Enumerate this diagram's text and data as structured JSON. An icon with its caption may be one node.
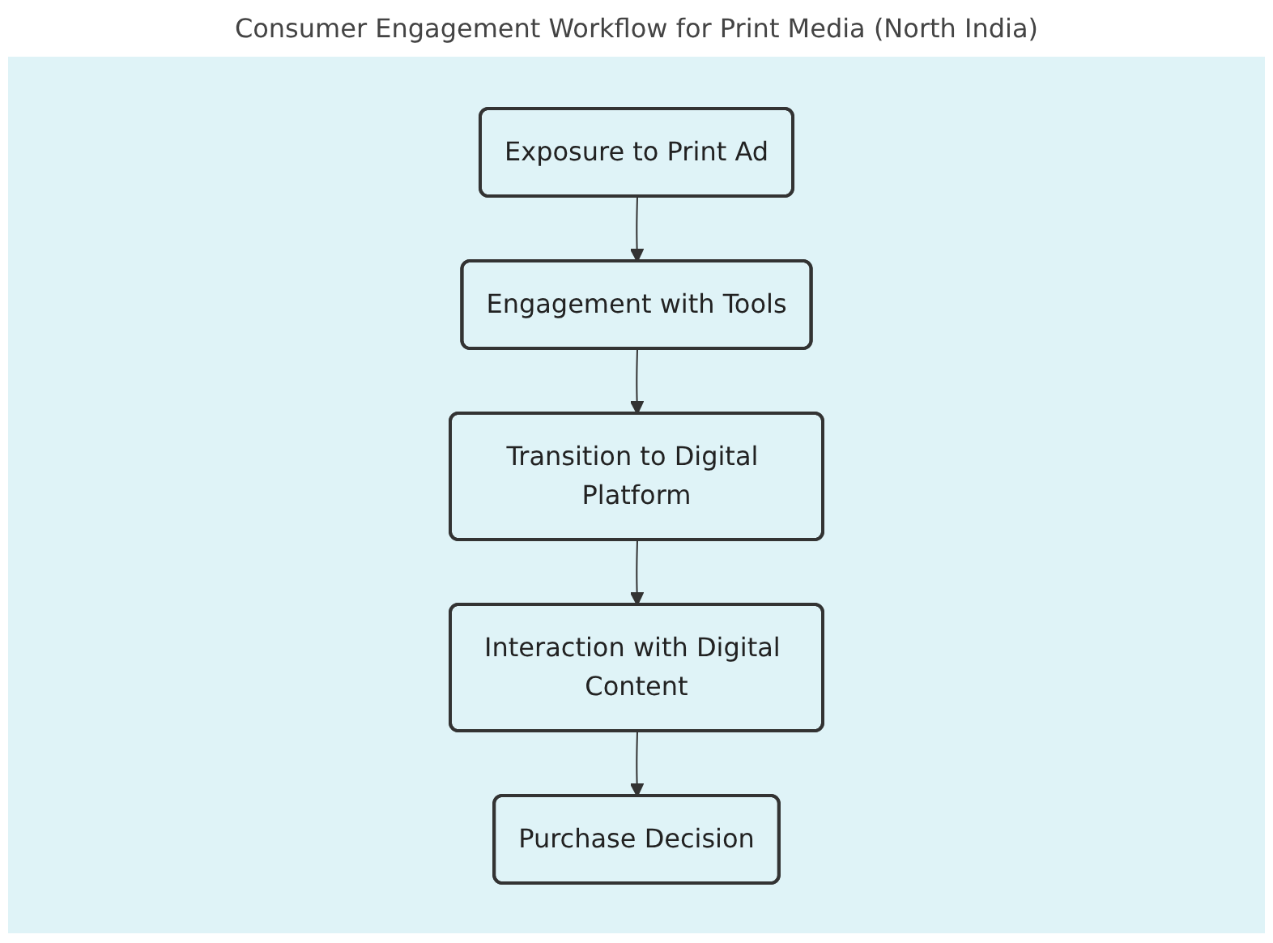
{
  "diagram": {
    "title": "Consumer Engagement Workflow for Print Media (North India)",
    "nodes": [
      {
        "text": [
          "Exposure to Print Ad"
        ]
      },
      {
        "text": [
          "Engagement with Tools"
        ]
      },
      {
        "text": [
          "Transition to Digital Platform"
        ]
      },
      {
        "text": [
          "Interaction with Digital Content"
        ]
      },
      {
        "text": [
          "Purchase Decision"
        ]
      }
    ],
    "edges": [
      {
        "from": 0,
        "to": 1,
        "arrow": "to"
      },
      {
        "from": 1,
        "to": 2,
        "arrow": "to"
      },
      {
        "from": 2,
        "to": 3,
        "arrow": "to"
      },
      {
        "from": 3,
        "to": 4,
        "arrow": "to"
      }
    ]
  }
}
